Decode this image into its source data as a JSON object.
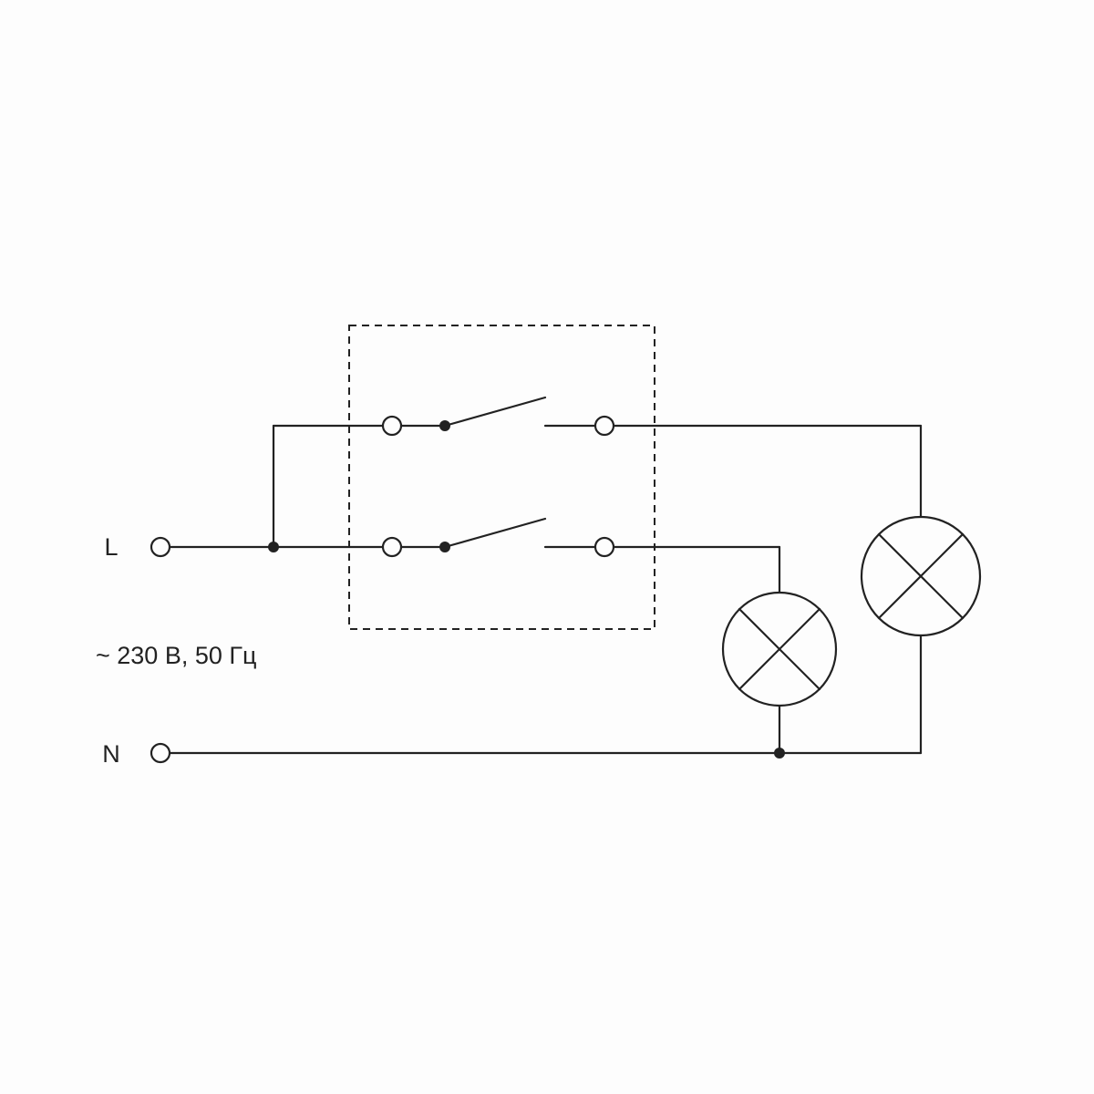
{
  "diagram": {
    "kind": "wiring-schematic",
    "labels": {
      "line": "L",
      "neutral": "N",
      "rating": "~ 230 В, 50 Гц"
    },
    "colors": {
      "stroke": "#222222",
      "background": "#fdfdfd"
    },
    "components": {
      "switches": 2,
      "lamps": 2
    }
  }
}
